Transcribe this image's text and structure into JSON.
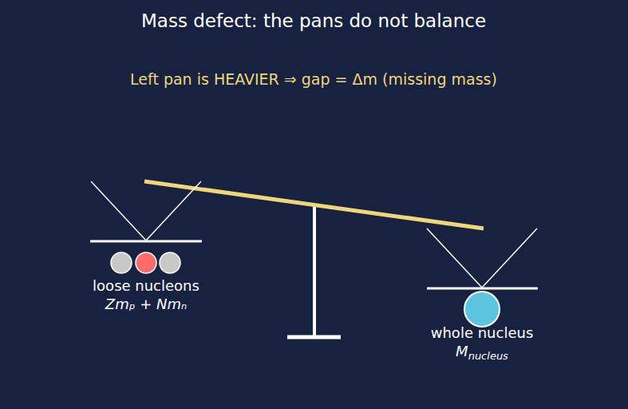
{
  "diagram": {
    "title": "Mass defect: the pans do not balance",
    "labels": [
      "Left pan is HEAVIER ⇒ gap = Δm (missing mass)",
      "loose nucleons",
      "Zmₚ + Nmₙ",
      "whole nucleus",
      "M",
      "nucleus"
    ]
  }
}
